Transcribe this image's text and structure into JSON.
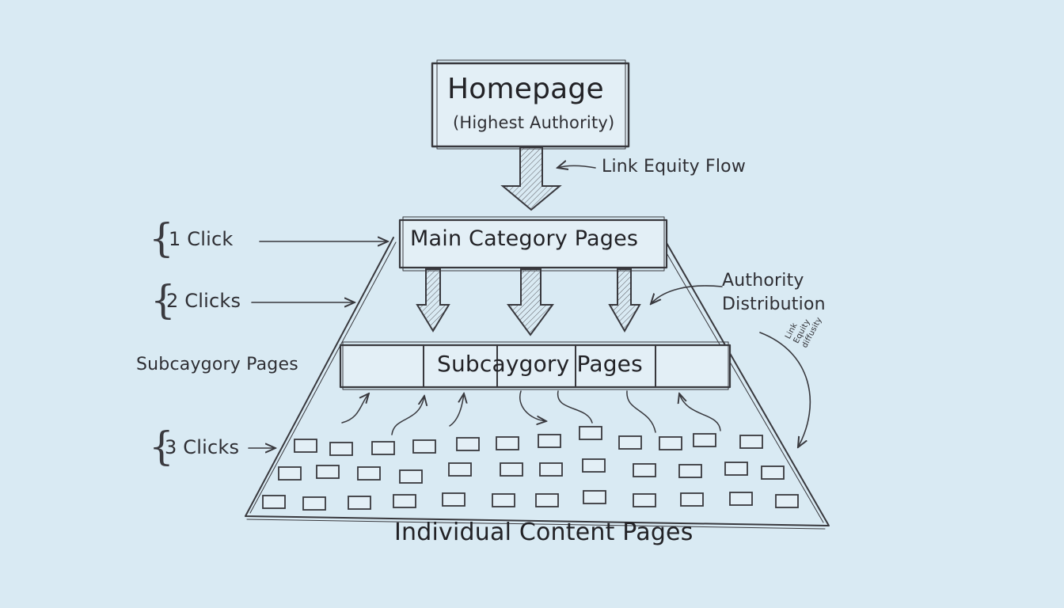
{
  "homepage": {
    "title": "Homepage",
    "subtitle": "(Highest Authority)"
  },
  "link_equity_flow_label": "Link Equity Flow",
  "main_category_label": "Main Category Pages",
  "subcategory_box_label": "Subcaygory Pages",
  "subcategory_side_label": "Subcaygory Pages",
  "authority_distribution_label": "Authority Distribution",
  "rotated_note": "Link Equity diffusity",
  "content_pages_label": "Individual Content Pages",
  "click_levels": [
    "1 Click",
    "2 Clicks",
    "3 Clicks"
  ],
  "colors": {
    "background": "#d9eaf3",
    "ink": "#38383d",
    "box_fill": "#e3eff6"
  }
}
